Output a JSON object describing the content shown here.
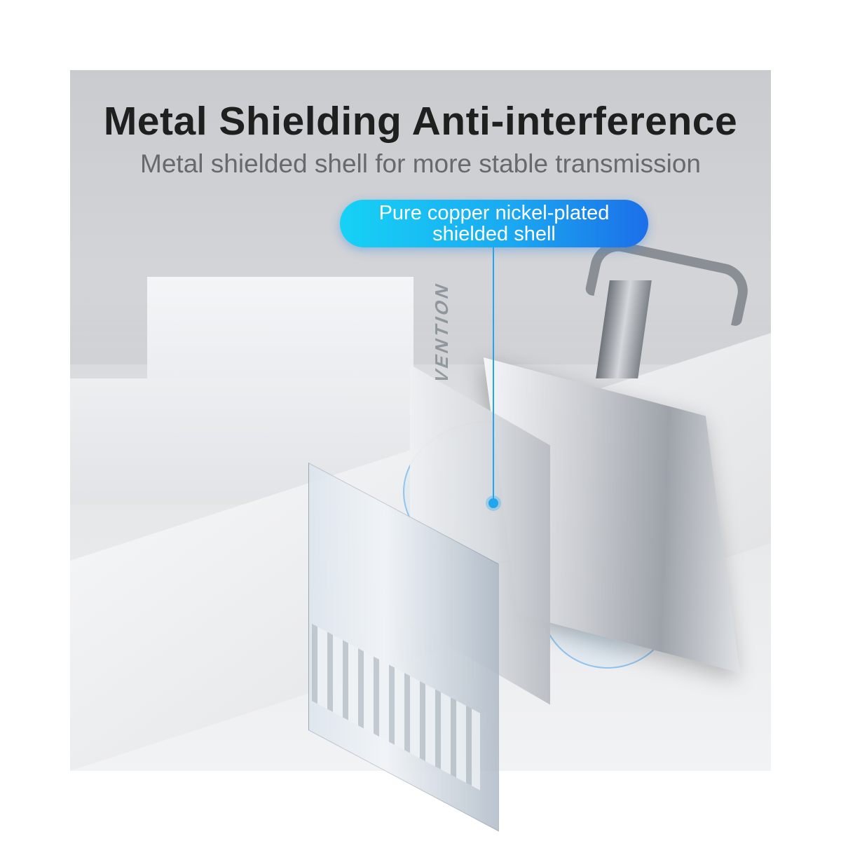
{
  "headline": "Metal Shielding Anti-interference",
  "subheadline": "Metal shielded shell for more stable transmission",
  "callout": {
    "line1": "Pure copper nickel-plated",
    "line2": "shielded shell"
  },
  "brand_logo": "VENTION",
  "colors": {
    "accent_start": "#16d2f5",
    "accent_end": "#1c6fe8",
    "headline": "#1f1f1f",
    "subheadline": "#666a6e"
  }
}
